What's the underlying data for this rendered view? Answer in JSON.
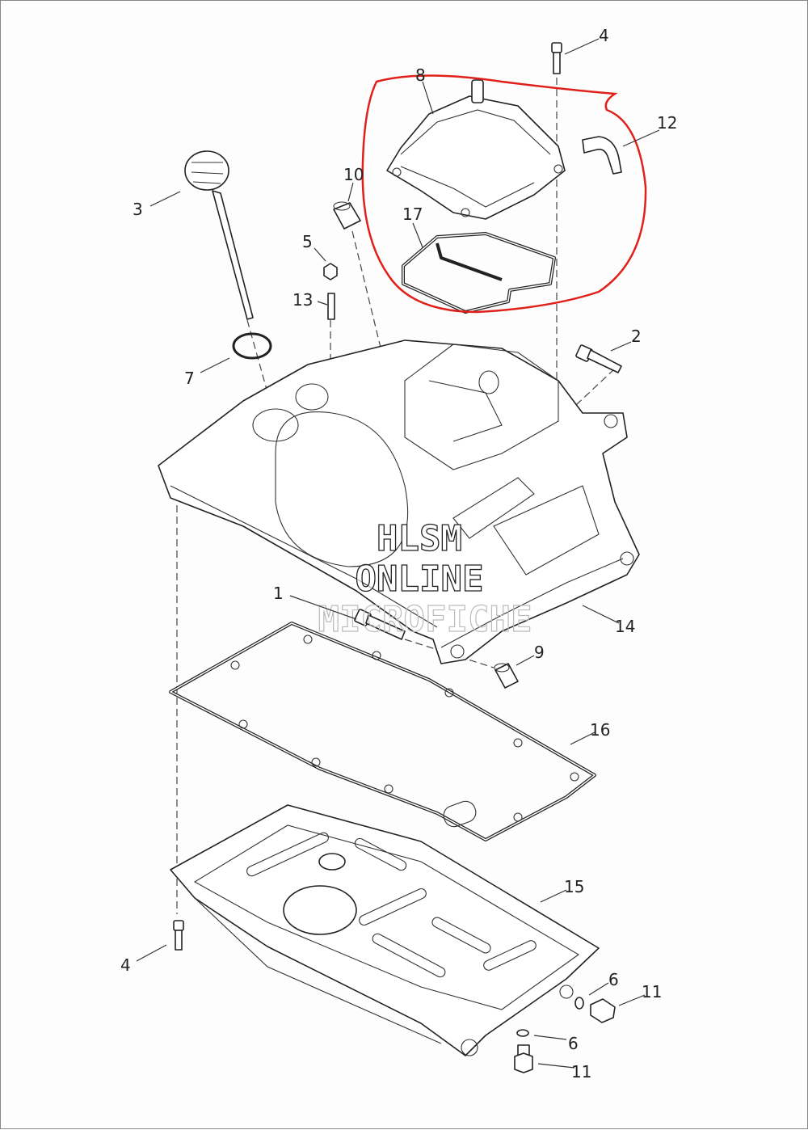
{
  "diagram": {
    "title": "Exploded parts diagram - sump, oil pan, breather cover",
    "highlight_color": "#e0201a",
    "watermark": [
      "HLSM",
      "ONLINE",
      "MICROFICHE"
    ],
    "callouts": {
      "c4a": "4",
      "c8": "8",
      "c12": "12",
      "c3": "3",
      "c10": "10",
      "c17": "17",
      "c5": "5",
      "c13": "13",
      "c2": "2",
      "c7": "7",
      "c1": "1",
      "c14": "14",
      "c9": "9",
      "c16": "16",
      "c15": "15",
      "c4b": "4",
      "c6a": "6",
      "c11a": "11",
      "c6b": "6",
      "c11b": "11"
    }
  }
}
